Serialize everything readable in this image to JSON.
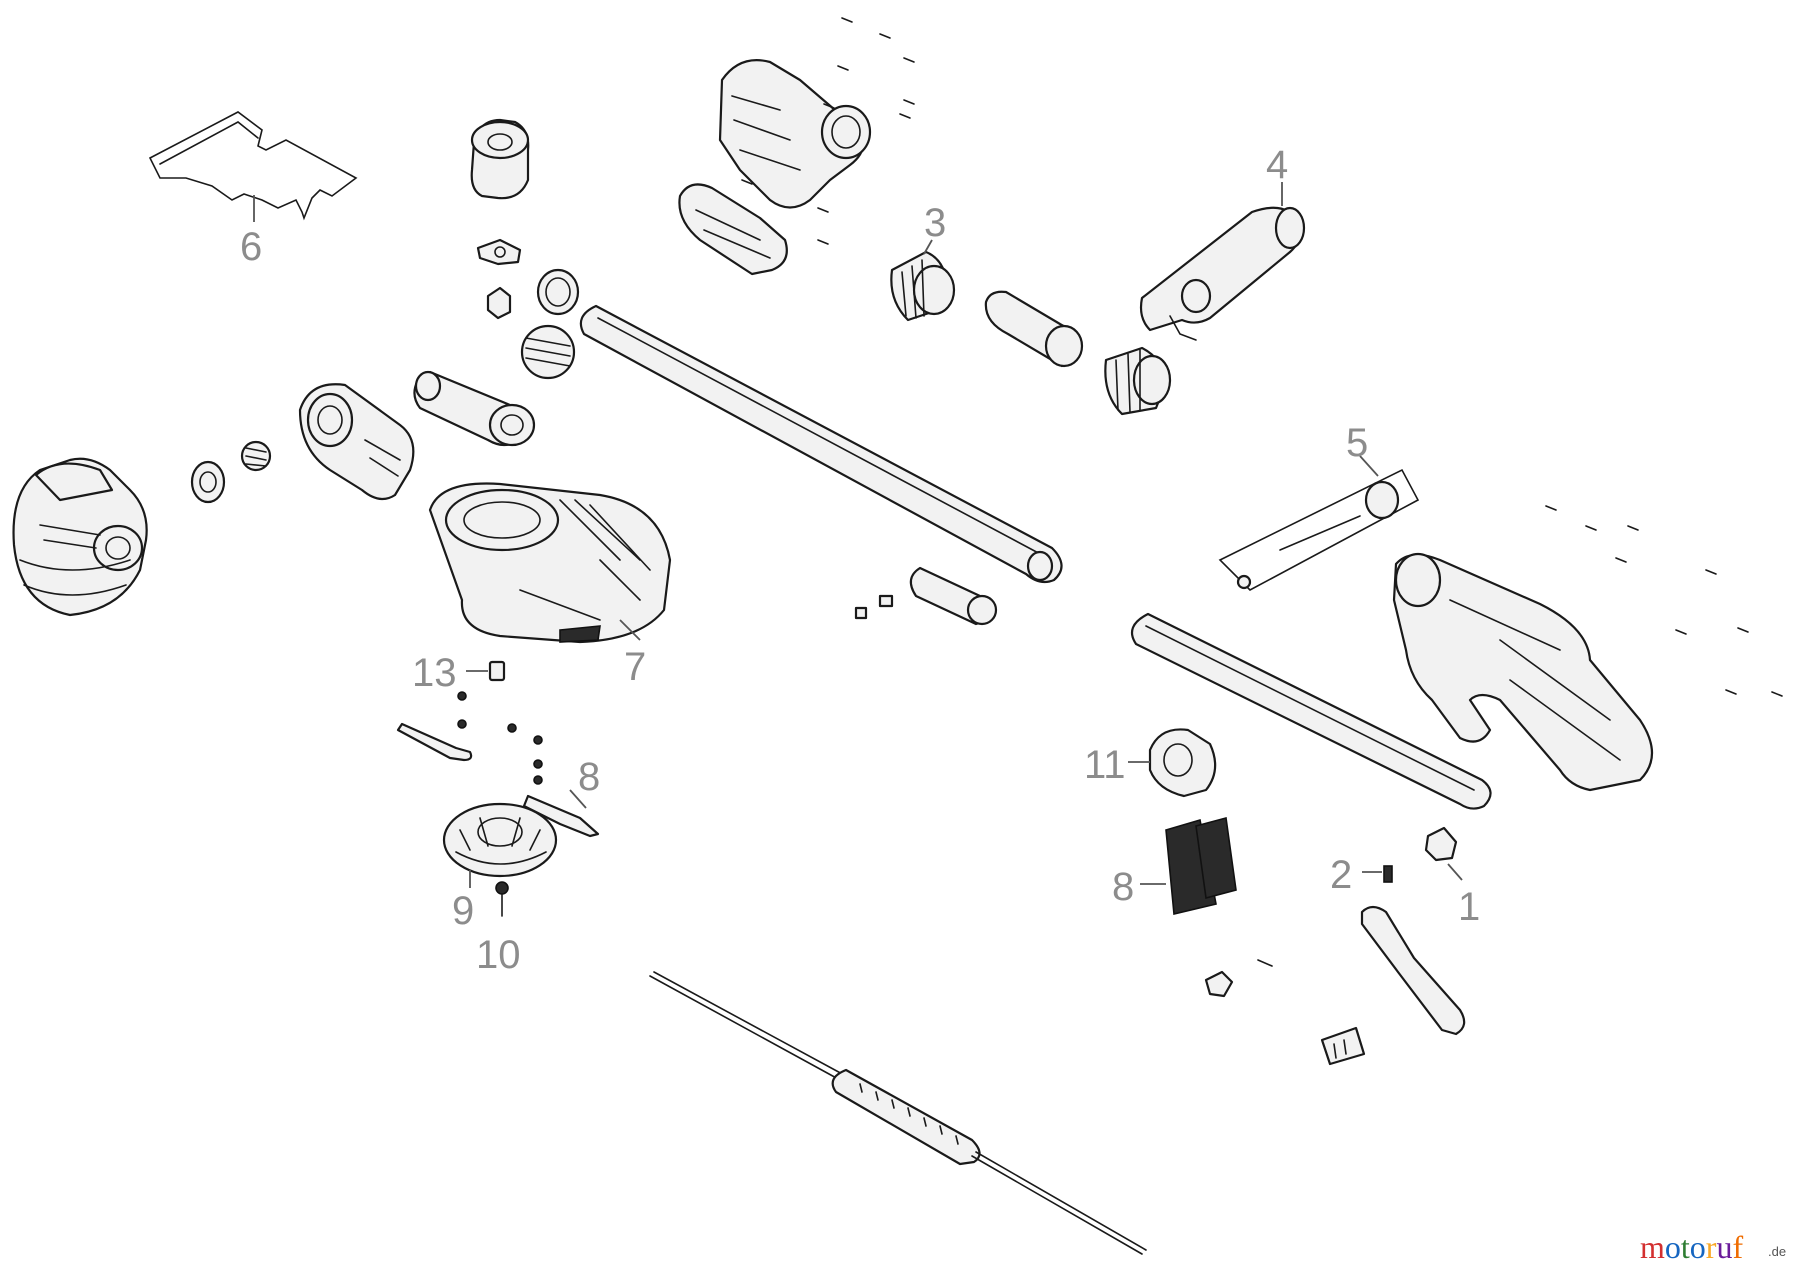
{
  "diagram": {
    "callouts": {
      "c1": "1",
      "c2": "2",
      "c3": "3",
      "c4": "4",
      "c5": "5",
      "c6": "6",
      "c7": "7",
      "c8a": "8",
      "c8b": "8",
      "c9": "9",
      "c10": "10",
      "c11": "11",
      "c13": "13"
    },
    "watermark": {
      "main": "motoruf",
      "suffix": ".de",
      "colors": {
        "m": "#d32f2f",
        "o": "#1565c0",
        "t": "#2e7d32",
        "r": "#f9a825",
        "u": "#6a1b9a",
        "f": "#ef6c00"
      }
    }
  }
}
